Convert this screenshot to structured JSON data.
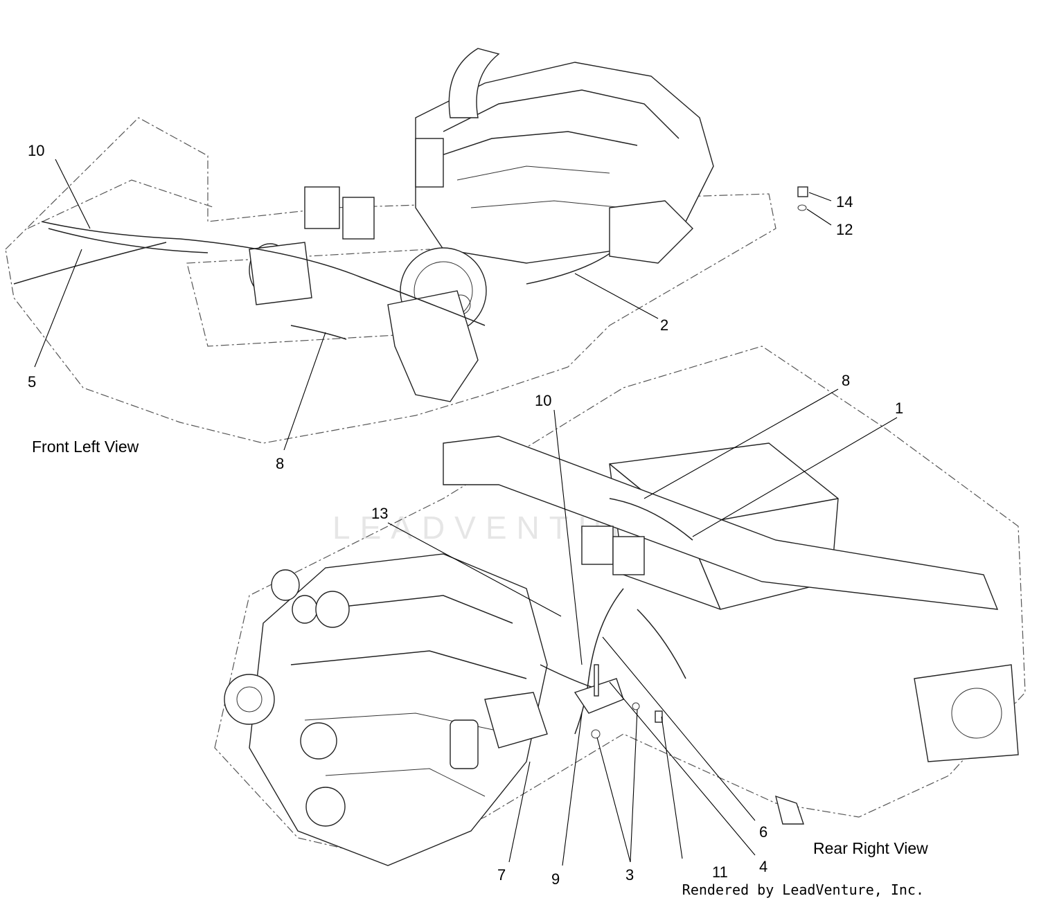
{
  "views": {
    "front_left": "Front Left View",
    "rear_right": "Rear Right View"
  },
  "callouts": {
    "c10a": "10",
    "c5": "5",
    "c8a": "8",
    "c2": "2",
    "c14": "14",
    "c12": "12",
    "c10b": "10",
    "c8b": "8",
    "c1": "1",
    "c13": "13",
    "c6": "6",
    "c4": "4",
    "c11": "11",
    "c3": "3",
    "c9": "9",
    "c7": "7"
  },
  "footer": {
    "credit": "Rendered by LeadVenture, Inc.",
    "watermark": "LEADVENTURE"
  }
}
